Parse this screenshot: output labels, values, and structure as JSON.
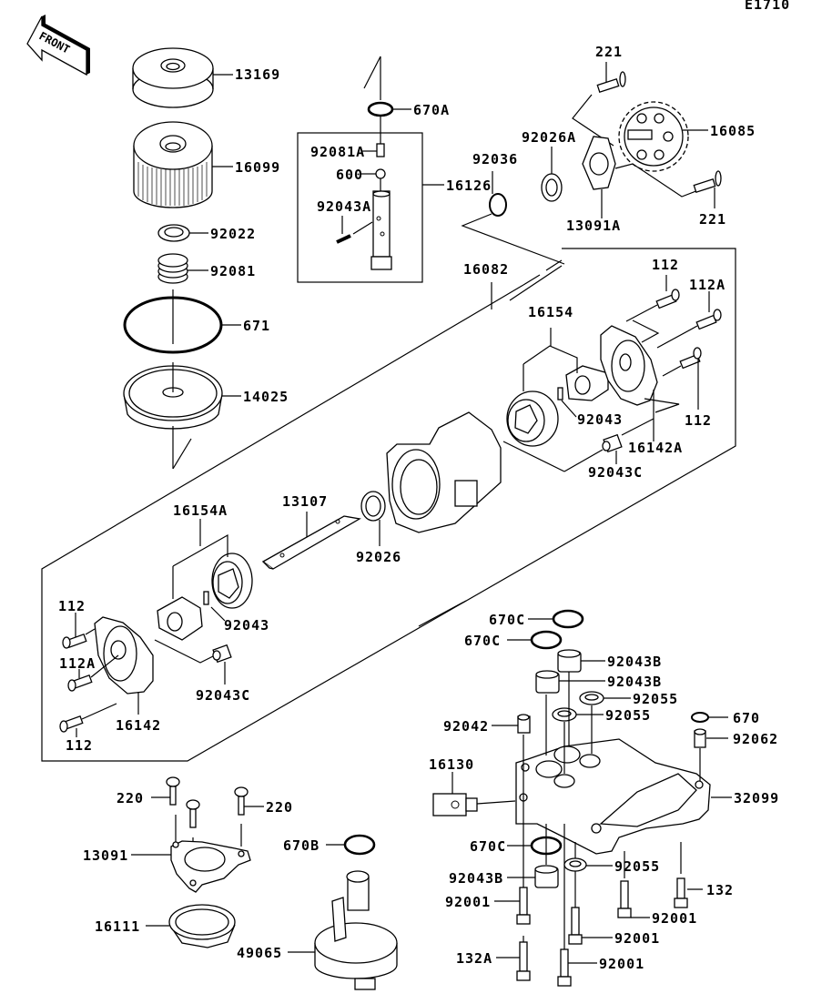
{
  "diagram": {
    "code": "E1710",
    "front_arrow_label": "FRONT",
    "parts": [
      {
        "id": "13169",
        "label": "13169"
      },
      {
        "id": "16099",
        "label": "16099"
      },
      {
        "id": "92022",
        "label": "92022"
      },
      {
        "id": "92081",
        "label": "92081"
      },
      {
        "id": "671",
        "label": "671"
      },
      {
        "id": "14025",
        "label": "14025"
      },
      {
        "id": "670A",
        "label": "670A"
      },
      {
        "id": "92081A",
        "label": "92081A"
      },
      {
        "id": "600",
        "label": "600"
      },
      {
        "id": "16126",
        "label": "16126"
      },
      {
        "id": "92043A",
        "label": "92043A"
      },
      {
        "id": "221a",
        "label": "221"
      },
      {
        "id": "221b",
        "label": "221"
      },
      {
        "id": "16085",
        "label": "16085"
      },
      {
        "id": "92026A",
        "label": "92026A"
      },
      {
        "id": "92036",
        "label": "92036"
      },
      {
        "id": "13091A",
        "label": "13091A"
      },
      {
        "id": "16082",
        "label": "16082"
      },
      {
        "id": "112a",
        "label": "112"
      },
      {
        "id": "112Aa",
        "label": "112A"
      },
      {
        "id": "112b",
        "label": "112"
      },
      {
        "id": "16154",
        "label": "16154"
      },
      {
        "id": "92043a",
        "label": "92043"
      },
      {
        "id": "16142A",
        "label": "16142A"
      },
      {
        "id": "92043Ca",
        "label": "92043C"
      },
      {
        "id": "13107",
        "label": "13107"
      },
      {
        "id": "92026",
        "label": "92026"
      },
      {
        "id": "16154A",
        "label": "16154A"
      },
      {
        "id": "112c",
        "label": "112"
      },
      {
        "id": "92043b",
        "label": "92043"
      },
      {
        "id": "112Ab",
        "label": "112A"
      },
      {
        "id": "92043Cb",
        "label": "92043C"
      },
      {
        "id": "16142",
        "label": "16142"
      },
      {
        "id": "112d",
        "label": "112"
      },
      {
        "id": "670Ca",
        "label": "670C"
      },
      {
        "id": "670Cb",
        "label": "670C"
      },
      {
        "id": "92043Ba",
        "label": "92043B"
      },
      {
        "id": "92043Bb",
        "label": "92043B"
      },
      {
        "id": "92055a",
        "label": "92055"
      },
      {
        "id": "92055b",
        "label": "92055"
      },
      {
        "id": "670",
        "label": "670"
      },
      {
        "id": "92042",
        "label": "92042"
      },
      {
        "id": "92062",
        "label": "92062"
      },
      {
        "id": "16130",
        "label": "16130"
      },
      {
        "id": "32099",
        "label": "32099"
      },
      {
        "id": "670Cc",
        "label": "670C"
      },
      {
        "id": "92055c",
        "label": "92055"
      },
      {
        "id": "92043Bc",
        "label": "92043B"
      },
      {
        "id": "132",
        "label": "132"
      },
      {
        "id": "92001a",
        "label": "92001"
      },
      {
        "id": "92001b",
        "label": "92001"
      },
      {
        "id": "92001c",
        "label": "92001"
      },
      {
        "id": "92001d",
        "label": "92001"
      },
      {
        "id": "132A",
        "label": "132A"
      },
      {
        "id": "220a",
        "label": "220"
      },
      {
        "id": "220b",
        "label": "220"
      },
      {
        "id": "13091",
        "label": "13091"
      },
      {
        "id": "670B",
        "label": "670B"
      },
      {
        "id": "16111",
        "label": "16111"
      },
      {
        "id": "49065",
        "label": "49065"
      }
    ]
  }
}
